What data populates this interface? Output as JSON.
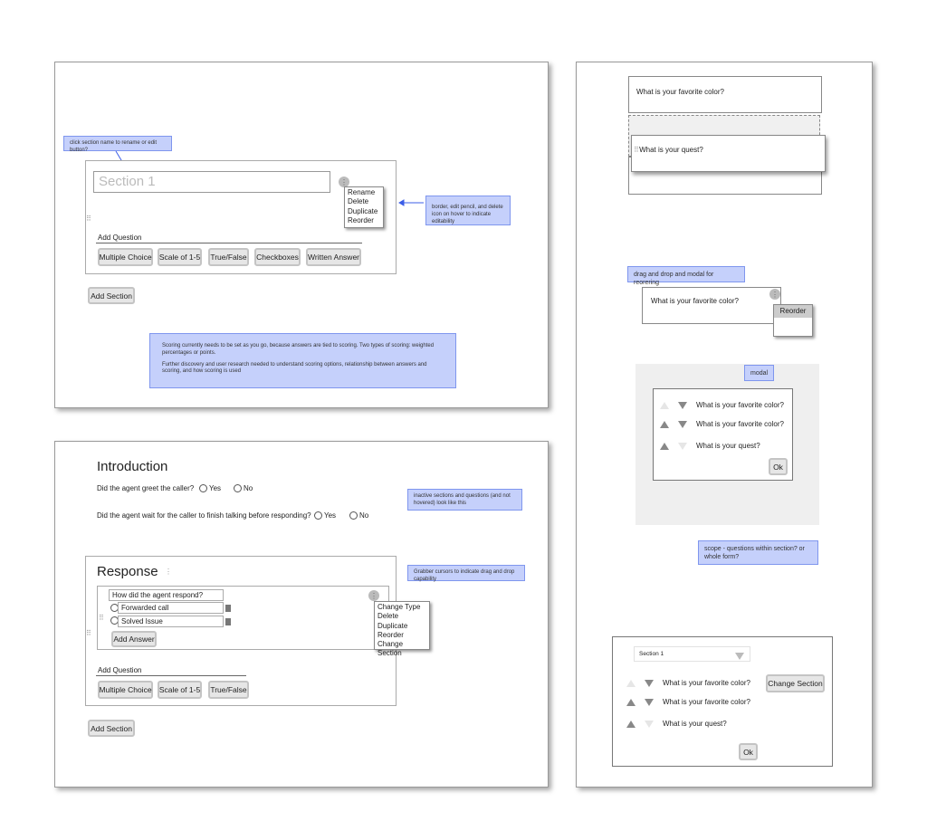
{
  "editing_panel": {
    "note_rename": "click section name to rename or edit button?",
    "section_name_placeholder": "Section 1",
    "section_menu": [
      "Rename",
      "Delete",
      "Duplicate",
      "Reorder"
    ],
    "note_hover": "border, edit pencil, and delete icon on hover to indicate editability",
    "add_question_label": "Add Question",
    "question_types": [
      "Multiple Choice",
      "Scale of 1-5",
      "True/False",
      "Checkboxes",
      "Written Answer"
    ],
    "add_section": "Add Section",
    "note_scoring_1": "Scoring currently needs to be set as you go, because answers are tied to scoring. Two types of scoring: weighted percentages or points.",
    "note_scoring_2": "Further discovery and user research needed to understand scoring options, relationship between answers and scoring, and how scoring is used"
  },
  "form_panel": {
    "intro_title": "Introduction",
    "q1": "Did the agent greet the caller?",
    "q2": "Did the agent wait for the caller to finish talking before responding?",
    "yes": "Yes",
    "no": "No",
    "note_inactive": "inactive sections and questions (and not hovered) look like this",
    "response_title": "Response",
    "note_grabber": "Grabber cursors to indicate drag and drop capability",
    "question_text": "How did the agent respond?",
    "answers": [
      "Forwarded call",
      "Solved Issue"
    ],
    "add_answer": "Add Answer",
    "question_menu": [
      "Change Type",
      "Delete",
      "Duplicate",
      "Reorder",
      "Change Section"
    ],
    "add_question_label": "Add Question",
    "question_types": [
      "Multiple Choice",
      "Scale of 1-5",
      "True/False"
    ],
    "add_section": "Add Section"
  },
  "reorder_panel": {
    "q_color": "What is your favorite color?",
    "q_quest": "What is your quest?",
    "note_dnd": "drag and drop and modal for reorering",
    "reorder_item": "Reorder",
    "note_modal": "modal",
    "modal_rows": [
      "What is your favorite color?",
      "What is your favorite color?",
      "What is your quest?"
    ],
    "ok": "Ok",
    "note_scope": "scope - questions within section? or whole form?",
    "section_select": "Section 1",
    "change_section": "Change Section"
  }
}
